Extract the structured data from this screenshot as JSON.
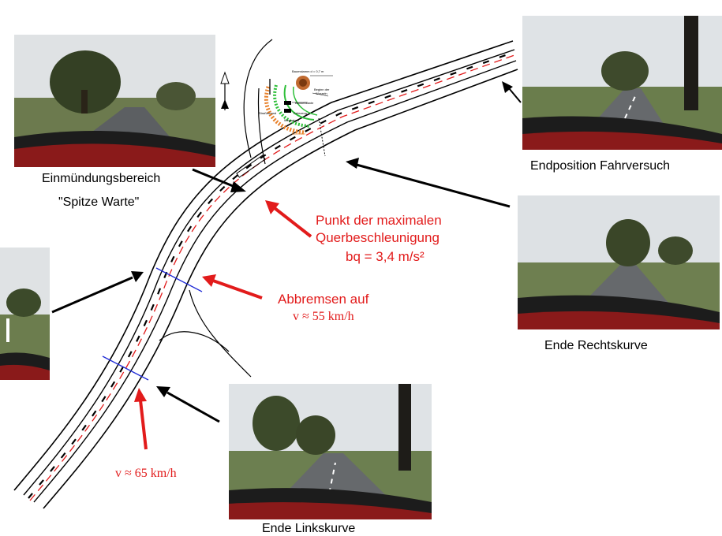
{
  "labels": {
    "einmuendung_line1": "Einmündungsbereich",
    "einmuendung_line2": "\"Spitze Warte\"",
    "endposition": "Endposition Fahrversuch",
    "punkt_line1": "Punkt der maximalen",
    "punkt_line2": "Querbeschleunigung",
    "punkt_line3": "bq = 3,4 m/s²",
    "abbremsen_line1": "Abbremsen auf",
    "abbremsen_line2": "v ≈ 55 km/h",
    "ende_rechtskurve": "Ende Rechtskurve",
    "v65": "v ≈ 65 km/h",
    "ende_linkskurve": "Ende Linkskurve"
  },
  "inset": {
    "baumstamm": "Baumstamm  d = 0,7 m",
    "beginn_wurzeln_1": "Beginn der",
    "beginn_wurzeln_2": "Wurzeln",
    "bankett": "Bankettkante",
    "strassenrand": "Straßenrand",
    "fahrzeug": "Fahrzeug",
    "wegsehen": "Wegsehen",
    "bordstein": "Bordstein"
  },
  "colors": {
    "red": "#e21b1b",
    "blue": "#1f2bd6",
    "green": "#2fbf3a",
    "orange": "#e8812a"
  }
}
